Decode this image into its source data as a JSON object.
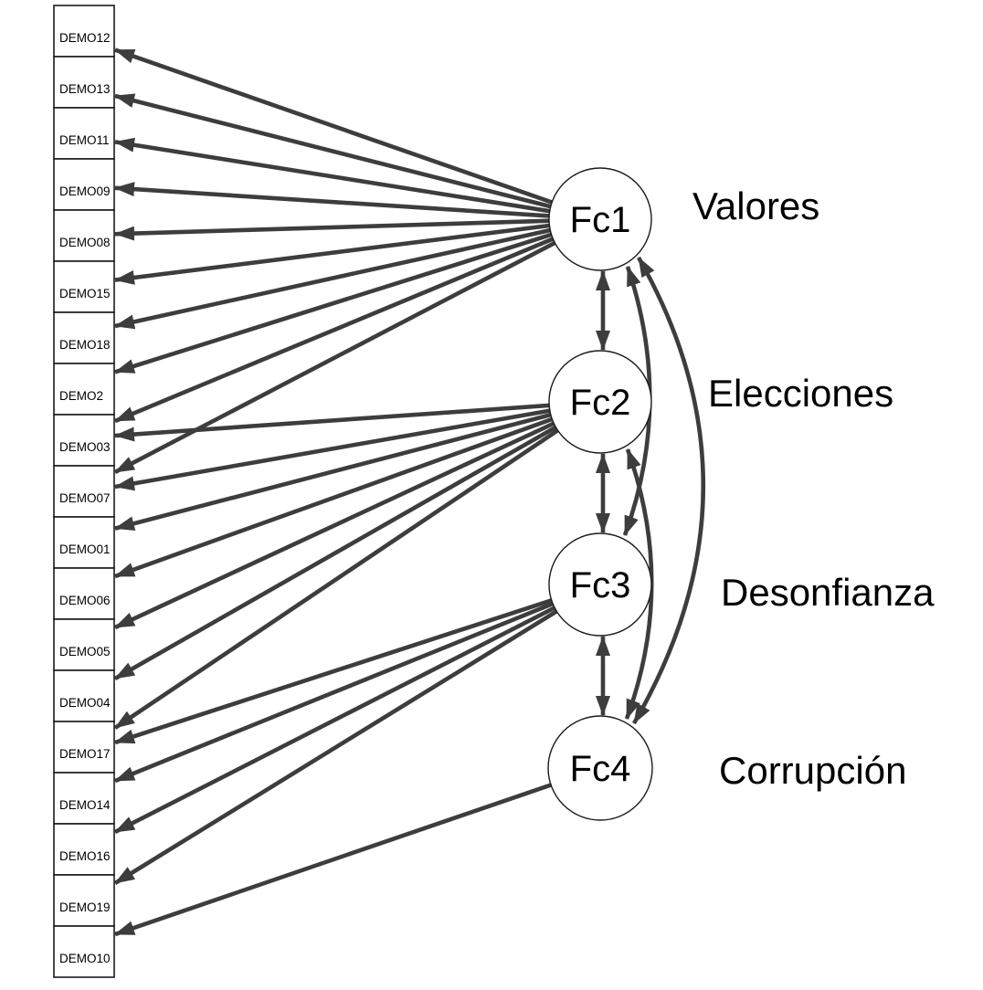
{
  "diagram": {
    "kind": "confirmatory-factor-analysis-path-diagram",
    "background": "#ffffff",
    "colors": {
      "arrow": "#3d3d3d",
      "shape_stroke": "#1a1a1a",
      "shape_fill": "#ffffff",
      "text": "#000000"
    },
    "indicators": [
      {
        "id": "DEMO12"
      },
      {
        "id": "DEMO13"
      },
      {
        "id": "DEMO11"
      },
      {
        "id": "DEMO09"
      },
      {
        "id": "DEMO08"
      },
      {
        "id": "DEMO15"
      },
      {
        "id": "DEMO18"
      },
      {
        "id": "DEMO2"
      },
      {
        "id": "DEMO03"
      },
      {
        "id": "DEMO07"
      },
      {
        "id": "DEMO01"
      },
      {
        "id": "DEMO06"
      },
      {
        "id": "DEMO05"
      },
      {
        "id": "DEMO04"
      },
      {
        "id": "DEMO17"
      },
      {
        "id": "DEMO14"
      },
      {
        "id": "DEMO16"
      },
      {
        "id": "DEMO19"
      },
      {
        "id": "DEMO10"
      }
    ],
    "factors": [
      {
        "id": "Fc1",
        "label": "Valores"
      },
      {
        "id": "Fc2",
        "label": "Elecciones"
      },
      {
        "id": "Fc3",
        "label": "Desonfianza"
      },
      {
        "id": "Fc4",
        "label": "Corrupción"
      }
    ],
    "loadings": [
      {
        "factor": "Fc1",
        "indicators": [
          "DEMO12",
          "DEMO13",
          "DEMO11",
          "DEMO09",
          "DEMO08",
          "DEMO15",
          "DEMO18",
          "DEMO2",
          "DEMO03",
          "DEMO07"
        ]
      },
      {
        "factor": "Fc2",
        "indicators": [
          "DEMO03",
          "DEMO07",
          "DEMO01",
          "DEMO06",
          "DEMO05",
          "DEMO04",
          "DEMO17"
        ]
      },
      {
        "factor": "Fc3",
        "indicators": [
          "DEMO17",
          "DEMO14",
          "DEMO16",
          "DEMO19"
        ]
      },
      {
        "factor": "Fc4",
        "indicators": [
          "DEMO10"
        ]
      }
    ],
    "covariances": [
      {
        "between": [
          "Fc1",
          "Fc2"
        ],
        "shape": "straight"
      },
      {
        "between": [
          "Fc2",
          "Fc3"
        ],
        "shape": "straight"
      },
      {
        "between": [
          "Fc3",
          "Fc4"
        ],
        "shape": "straight"
      },
      {
        "between": [
          "Fc1",
          "Fc3"
        ],
        "shape": "arc"
      },
      {
        "between": [
          "Fc2",
          "Fc4"
        ],
        "shape": "arc"
      },
      {
        "between": [
          "Fc1",
          "Fc4"
        ],
        "shape": "arc"
      }
    ],
    "arrow_semantics": "single-headed arrows point from factors to indicator boxes; double-headed arrows are factor covariances"
  }
}
